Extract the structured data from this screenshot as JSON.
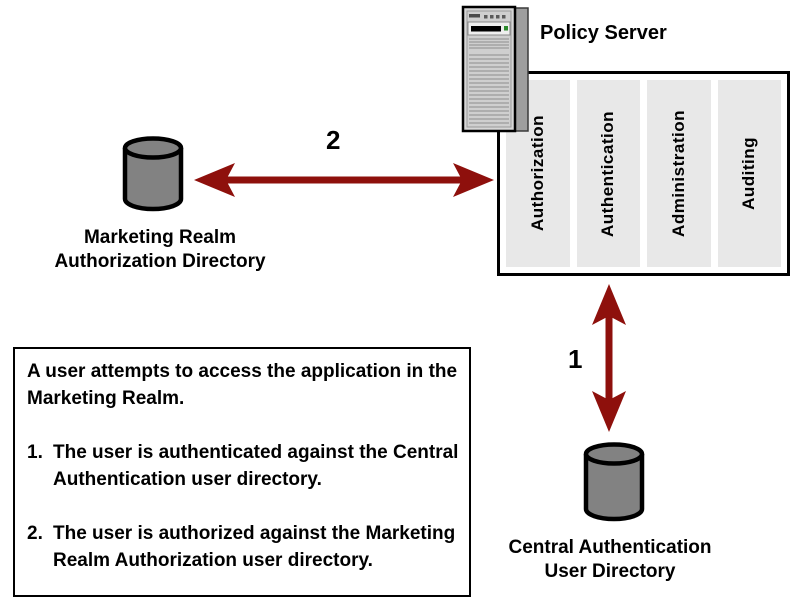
{
  "diagram": {
    "policy_server": {
      "title": "Policy Server",
      "components": [
        {
          "label": "Authorization"
        },
        {
          "label": "Authentication"
        },
        {
          "label": "Administration"
        },
        {
          "label": "Auditing"
        }
      ]
    },
    "marketing_directory": {
      "line1": "Marketing Realm",
      "line2": "Authorization Directory"
    },
    "central_directory": {
      "line1": "Central Authentication",
      "line2": "User Directory"
    },
    "arrows": {
      "authentication_arrow_label": "1",
      "authorization_arrow_label": "2"
    },
    "note_box": {
      "intro": "A user attempts to access the application in the Marketing Realm.",
      "items": [
        {
          "number": "1.",
          "text": "The user is authenticated against the Central Authentication user directory."
        },
        {
          "number": "2.",
          "text": "The user is authorized against the Marketing Realm Authorization user directory."
        }
      ]
    },
    "colors": {
      "arrow": "#8E100C",
      "cylinder_fill": "#828282",
      "column_bg": "#E8E8E8"
    }
  }
}
